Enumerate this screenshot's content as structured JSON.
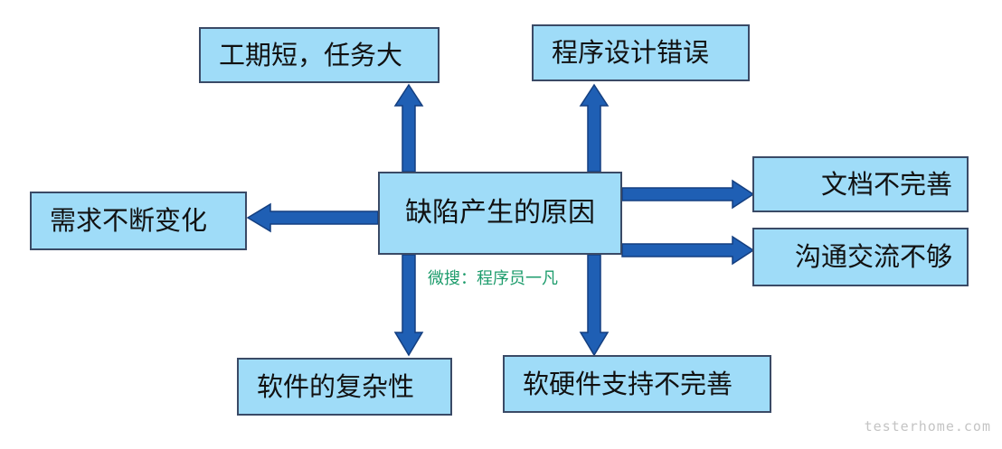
{
  "diagram": {
    "center_label": "缺陷产生的原因",
    "causes": {
      "schedule": "工期短，任务大",
      "design_error": "程序设计错误",
      "documentation": "文档不完善",
      "communication": "沟通交流不够",
      "hardware_software": "软硬件支持不完善",
      "complexity": "软件的复杂性",
      "requirements": "需求不断变化"
    }
  },
  "watermark": "微搜：程序员一凡",
  "site": "testerhome.com",
  "colors": {
    "box_fill": "#9fdcf8",
    "box_border": "#3a4a66",
    "arrow_fill": "#1f5fb4",
    "arrow_edge": "#143f80",
    "watermark": "#1d9c6c"
  }
}
